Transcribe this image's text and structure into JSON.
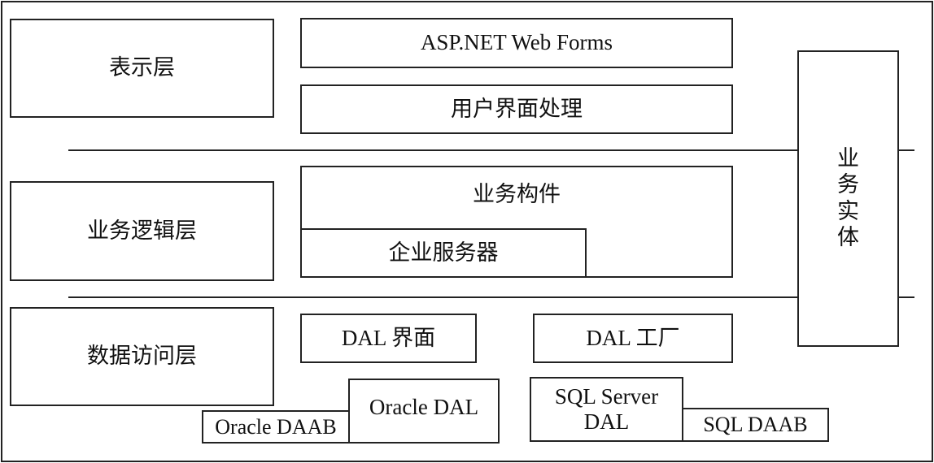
{
  "layers": {
    "presentation": "表示层",
    "business_logic": "业务逻辑层",
    "data_access": "数据访问层"
  },
  "components": {
    "asp_net": "ASP.NET Web Forms",
    "ui_processing": "用户界面处理",
    "business_components": "业务构件",
    "enterprise_services": "企业服务器",
    "dal_interface": "DAL 界面",
    "dal_factory": "DAL 工厂",
    "oracle_dal": "Oracle DAL",
    "oracle_daab": "Oracle DAAB",
    "sqlserver_dal_line1": "SQL Server",
    "sqlserver_dal_line2": "DAL",
    "sql_daab": "SQL DAAB"
  },
  "side": {
    "business_entities_chars": [
      "业",
      "务",
      "实",
      "体"
    ]
  }
}
